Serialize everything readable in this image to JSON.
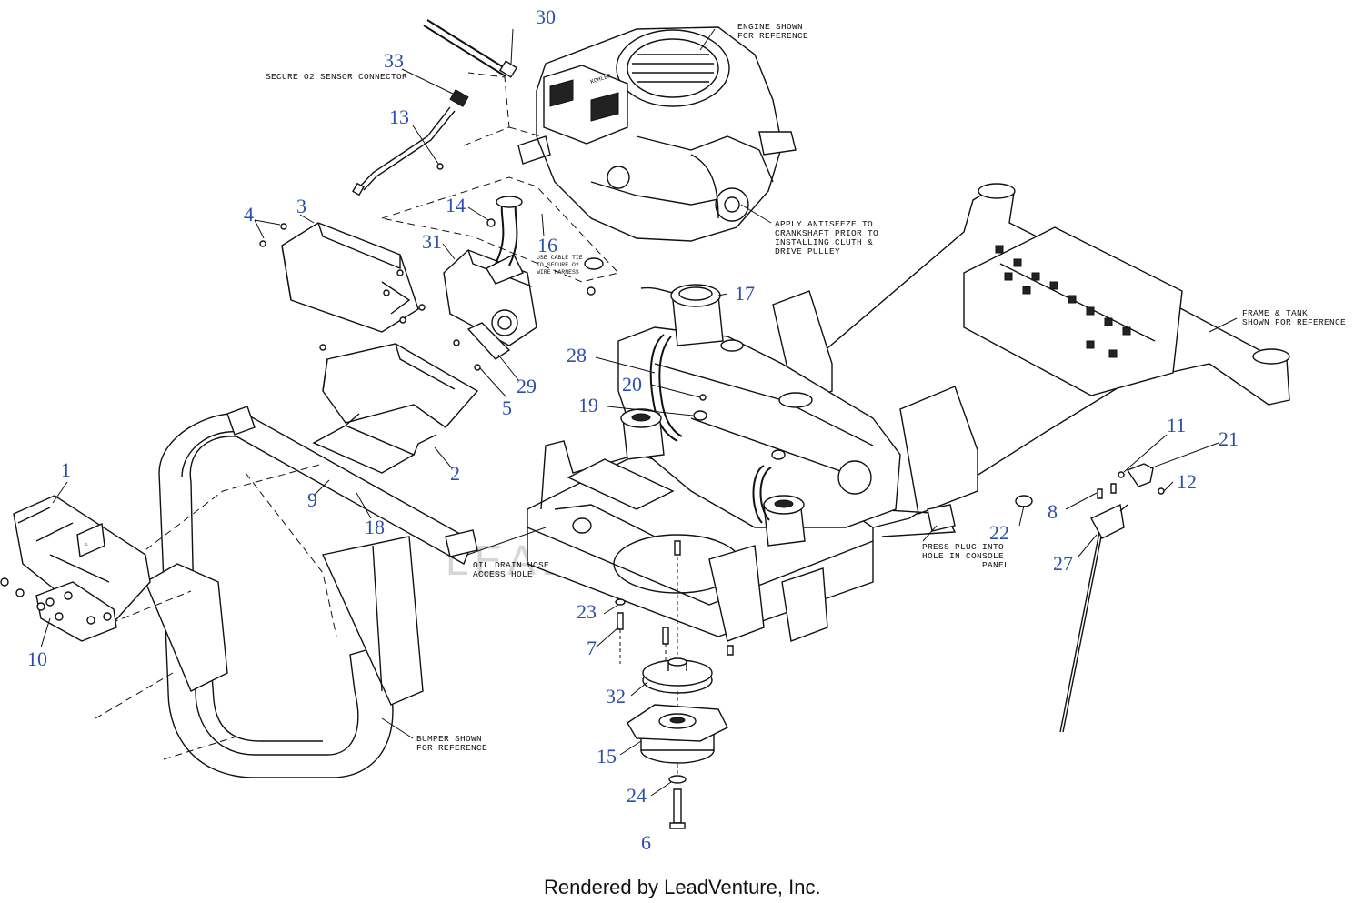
{
  "callouts": {
    "c1": "1",
    "c2": "2",
    "c3": "3",
    "c4": "4",
    "c5": "5",
    "c6": "6",
    "c7": "7",
    "c8": "8",
    "c9": "9",
    "c10": "10",
    "c11": "11",
    "c12": "12",
    "c13": "13",
    "c14": "14",
    "c15": "15",
    "c16": "16",
    "c17": "17",
    "c18": "18",
    "c19": "19",
    "c20": "20",
    "c21": "21",
    "c22": "22",
    "c23": "23",
    "c24": "24",
    "c27": "27",
    "c28": "28",
    "c29": "29",
    "c30": "30",
    "c31": "31",
    "c32": "32",
    "c33": "33"
  },
  "notes": {
    "engine_1": "ENGINE SHOWN",
    "engine_2": "FOR REFERENCE",
    "o2": "SECURE O2 SENSOR CONNECTOR",
    "antiseize_1": "APPLY ANTISEEZE TO",
    "antiseize_2": "CRANKSHAFT PRIOR TO",
    "antiseize_3": "INSTALLING CLUTH &",
    "antiseize_4": "DRIVE PULLEY",
    "cabletie_1": "USE CABLE TIE",
    "cabletie_2": "TO SECURE O2",
    "cabletie_3": "WIRE HARNESS",
    "frame_1": "FRAME & TANK",
    "frame_2": "SHOWN FOR REFERENCE",
    "oil_1": "OIL DRAIN HOSE",
    "oil_2": "ACCESS HOLE",
    "plug_1": "PRESS PLUG INTO",
    "plug_2": "HOLE IN CONSOLE",
    "plug_3": "PANEL",
    "bumper_1": "BUMPER SHOWN",
    "bumper_2": "FOR REFERENCE"
  },
  "logos": {
    "engine_brand": "KOHLER",
    "watermark": "LEADVENTURE"
  },
  "footer": {
    "credit": "Rendered by LeadVenture, Inc."
  }
}
